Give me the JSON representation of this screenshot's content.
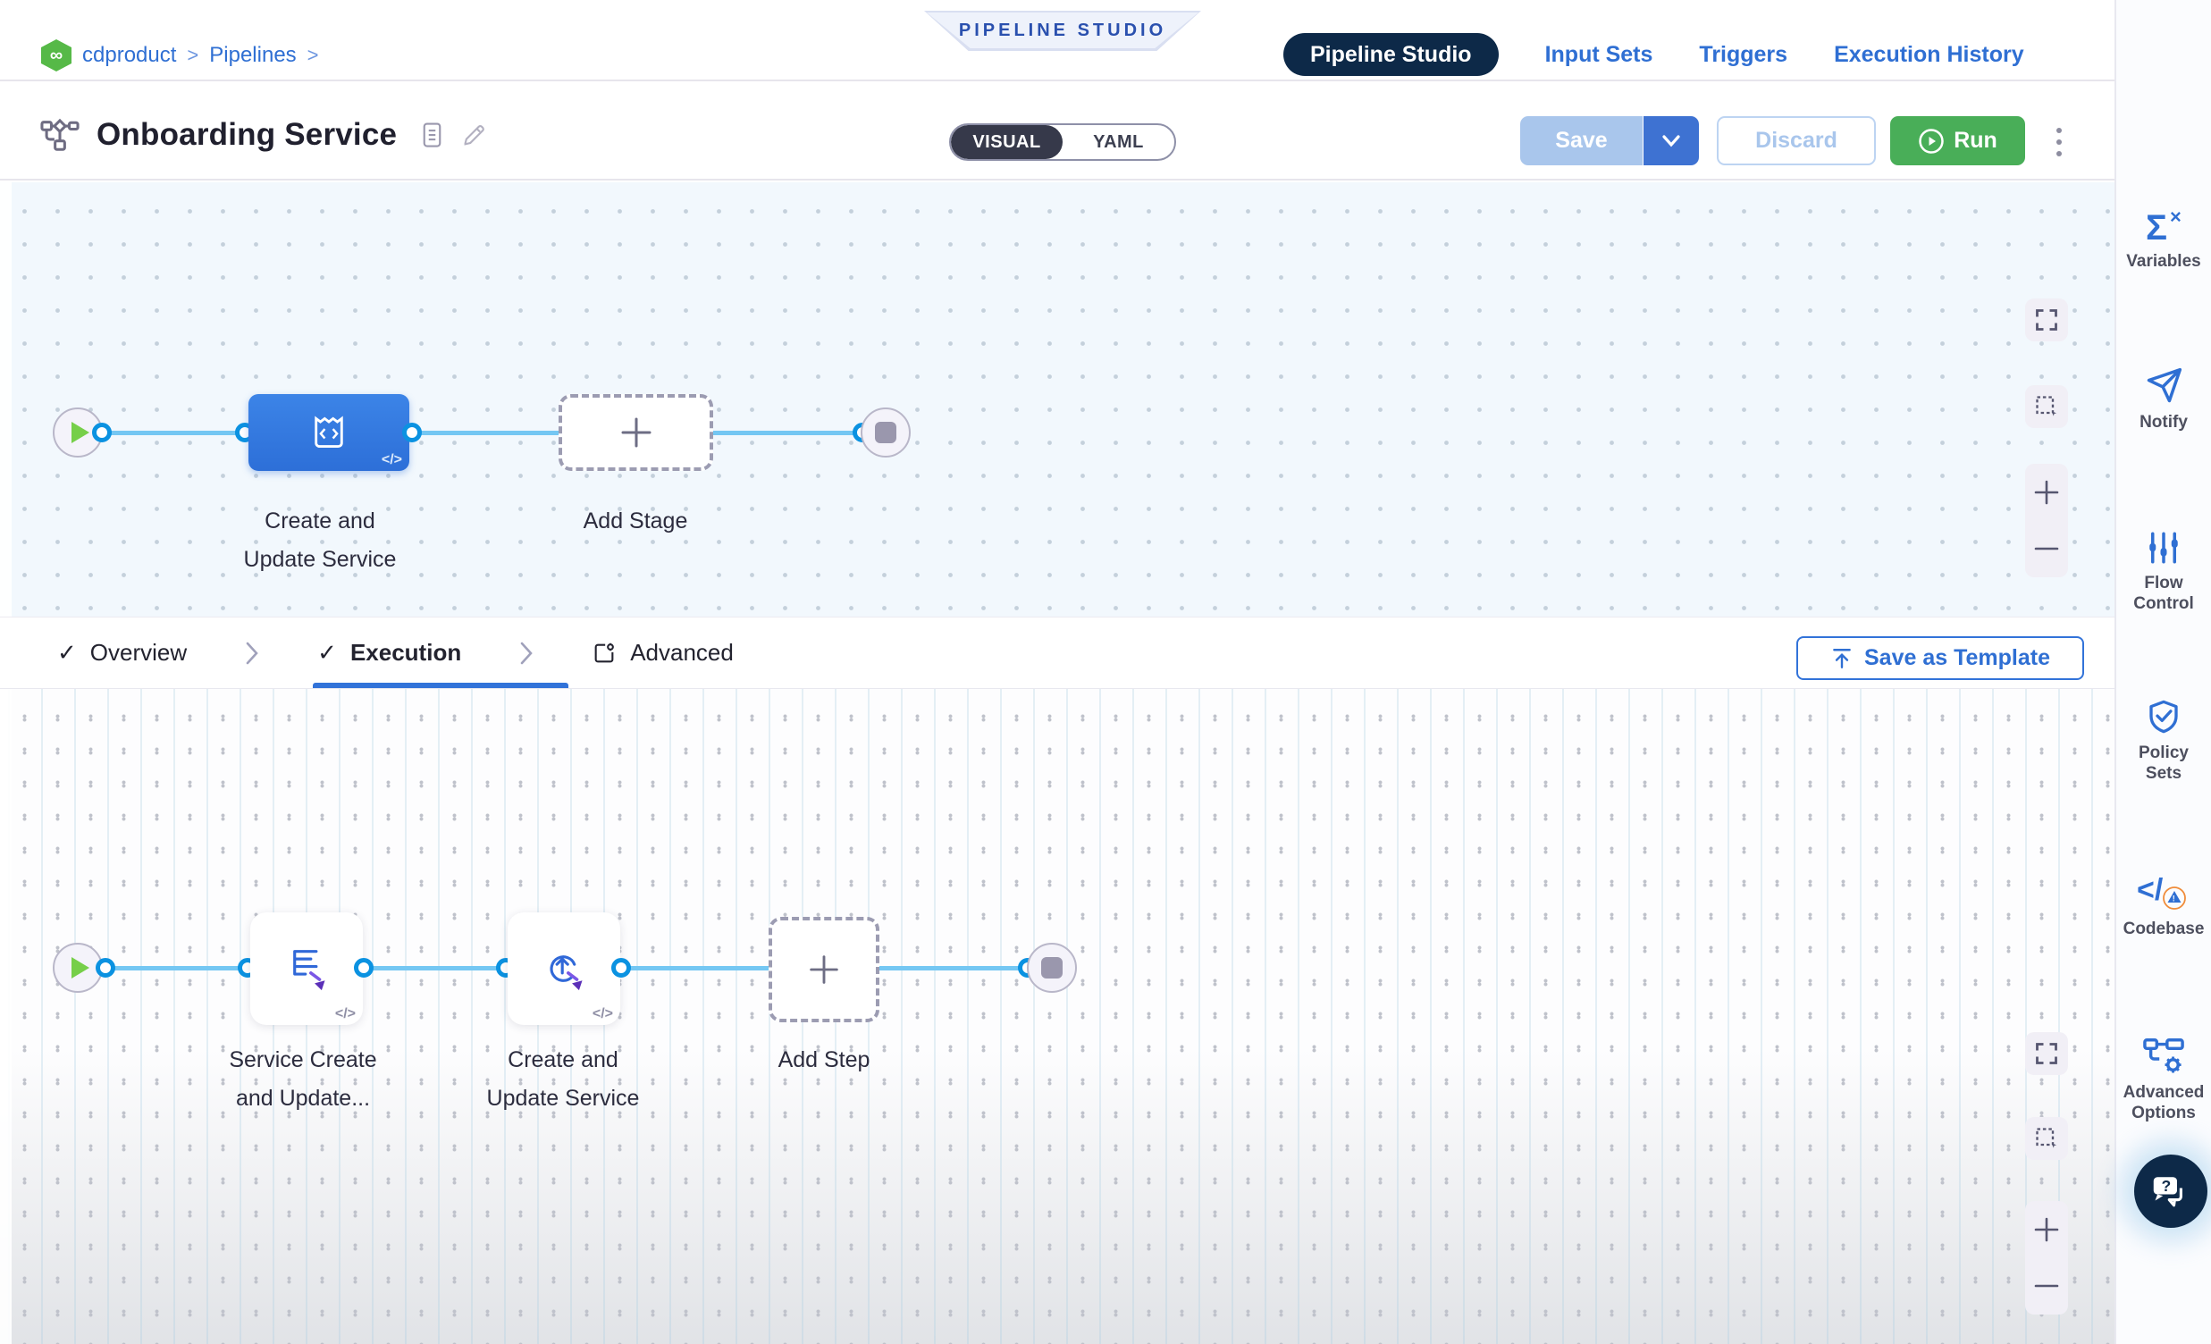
{
  "breadcrumb": {
    "project": "cdproduct",
    "section": "Pipelines",
    "sep": ">"
  },
  "badge": {
    "label": "PIPELINE STUDIO"
  },
  "nav": {
    "pipeline_studio": "Pipeline Studio",
    "input_sets": "Input Sets",
    "triggers": "Triggers",
    "execution_history": "Execution History"
  },
  "toolbar": {
    "title": "Onboarding Service",
    "visual": "VISUAL",
    "yaml": "YAML",
    "save": "Save",
    "discard": "Discard",
    "run": "Run"
  },
  "stages": {
    "stage1": {
      "line1": "Create and",
      "line2": "Update Service"
    },
    "add_stage": "Add Stage"
  },
  "tabs": {
    "check": "✓",
    "overview": "Overview",
    "execution": "Execution",
    "advanced": "Advanced",
    "save_as_template": "Save as Template"
  },
  "steps": {
    "step1": {
      "line1": "Service Create",
      "line2": "and Update..."
    },
    "step2": {
      "line1": "Create and",
      "line2": "Update Service"
    },
    "add_step": "Add Step"
  },
  "sidebar": {
    "items": [
      "Variables",
      "Notify",
      "Flow Control",
      "Policy Sets",
      "Codebase",
      "Advanced Options"
    ]
  },
  "glyphs": {
    "code": "</>",
    "codebase": "</",
    "infinity": "∞"
  },
  "colors": {
    "primary_blue": "#2f6fd3",
    "stage_blue": "#3079e3",
    "run_green": "#49ae58",
    "connector_blue": "#74c7f3",
    "node_ring_blue": "#0b92e1",
    "navy": "#0d2948",
    "canvas_tint": "#f2f8fd",
    "badge_text": "#2a50ae",
    "logo_green": "#56b947"
  }
}
